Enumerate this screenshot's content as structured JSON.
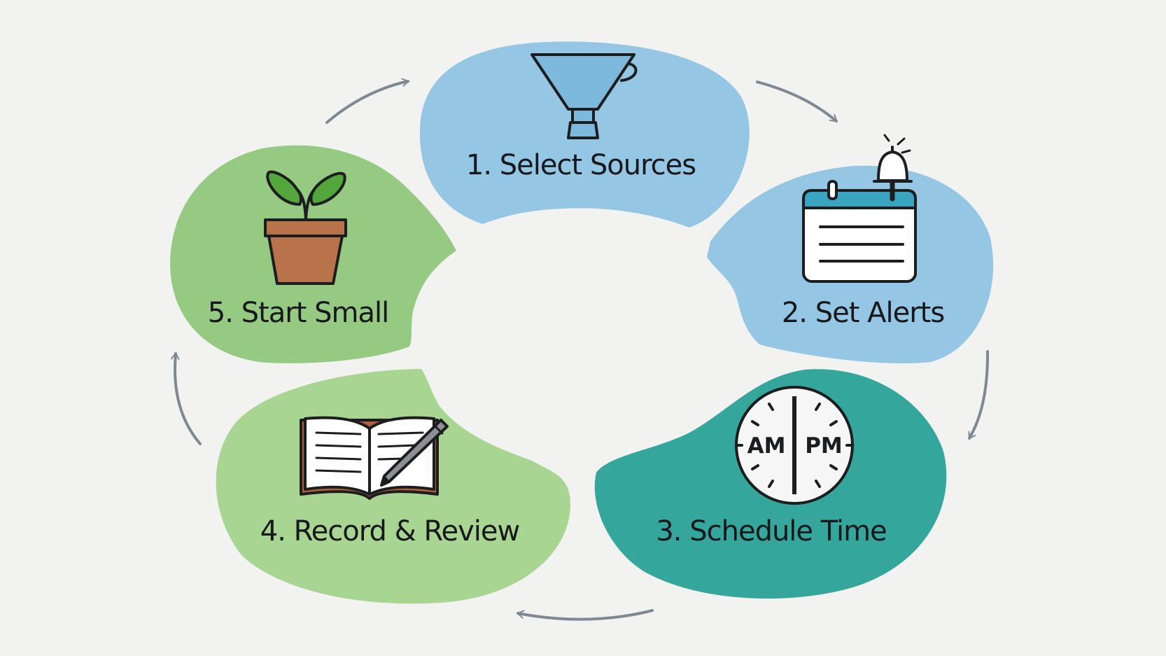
{
  "steps": [
    {
      "number": 1,
      "label": "1. Select Sources",
      "icon": "funnel-icon",
      "color": "#95c6e3"
    },
    {
      "number": 2,
      "label": "2. Set Alerts",
      "icon": "calendar-bell-icon",
      "color": "#95c6e3"
    },
    {
      "number": 3,
      "label": "3. Schedule Time",
      "icon": "am-pm-clock-icon",
      "color": "#35a69b"
    },
    {
      "number": 4,
      "label": "4. Record & Review",
      "icon": "open-book-pencil-icon",
      "color": "#a9d592"
    },
    {
      "number": 5,
      "label": "5. Start Small",
      "icon": "potted-sprout-icon",
      "color": "#96c982"
    }
  ],
  "clock": {
    "am": "AM",
    "pm": "PM"
  },
  "colors": {
    "background": "#f2f2f1",
    "blue": "#95c6e3",
    "teal": "#35a69b",
    "green": "#96c982",
    "light_green": "#a9d592",
    "arrow": "#7f8994",
    "outline": "#1c1d1f"
  }
}
